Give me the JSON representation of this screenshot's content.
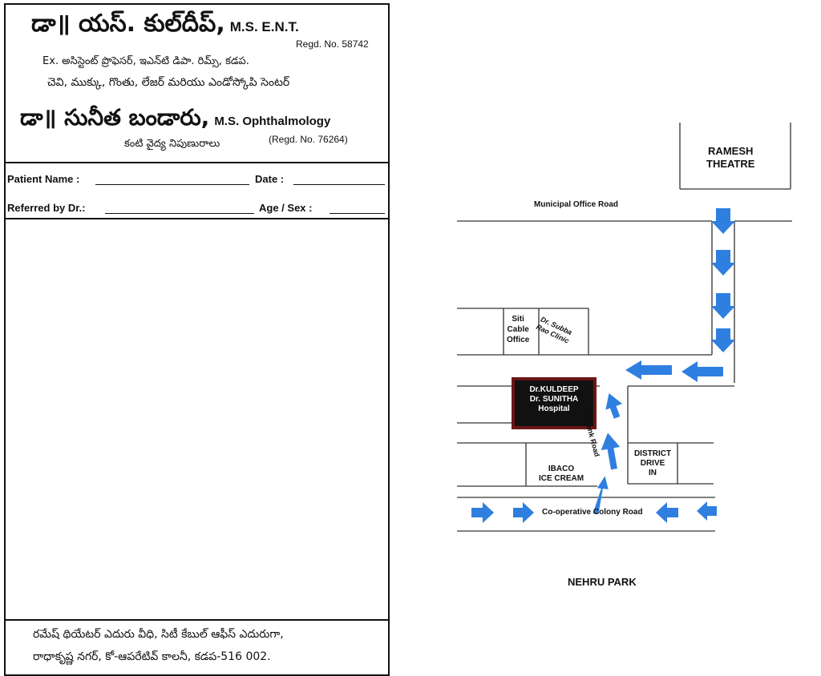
{
  "letterhead": {
    "doctor1_name": "డా॥ యస్. కుల్‌దీప్,",
    "doctor1_degree": "M.S. E.N.T.",
    "doctor1_regd": "Regd. No. 58742",
    "doctor1_former": "Ex. అసిస్టెంట్ ప్రొఫెసర్, ఇఎన్‌టి డిపా. రిమ్స్, కడప.",
    "doctor1_center": "చెవి, ముక్కు, గొంతు, లేజర్ మరియు ఎండోస్కోపి సెంటర్",
    "doctor2_name": "డా॥ సునీత బండారు,",
    "doctor2_degree": "M.S. Ophthalmology",
    "doctor2_specialty": "కంటి వైద్య నిపుణురాలు",
    "doctor2_regd": "(Regd. No. 76264)"
  },
  "form": {
    "patient_name_label": "Patient Name :",
    "date_label": "Date :",
    "referred_label": "Referred by Dr.:",
    "age_sex_label": "Age / Sex :"
  },
  "footer": {
    "line1": "రమేష్ థియేటర్ ఎదురు వీధి, సిటీ కేబుల్ ఆఫీస్ ఎదురుగా,",
    "line2": "రాధాకృష్ణ నగర్, కో-ఆపరేటివ్ కాలనీ, కడప-516 002."
  },
  "map": {
    "ramesh_theatre_1": "RAMESH",
    "ramesh_theatre_2": "THEATRE",
    "municipal_road": "Municipal Office Road",
    "siti_1": "Siti",
    "siti_2": "Cable",
    "siti_3": "Office",
    "subba_1": "Dr. Subba",
    "subba_2": "Rao Clinic",
    "hospital_1": "Dr.KULDEEP",
    "hospital_2": "Dr. SUNITHA",
    "hospital_3": "Hospital",
    "apg_road": "APG Bank Road",
    "district_1": "DISTRICT",
    "district_2": "DRIVE",
    "district_3": "IN",
    "ibaco_1": "IBACO",
    "ibaco_2": "ICE CREAM",
    "coop_road": "Co-operative Colony Road",
    "nehru_park": "NEHRU PARK",
    "arrow_color": "#2f7fe0",
    "hospital_border_color": "#6b1515"
  }
}
